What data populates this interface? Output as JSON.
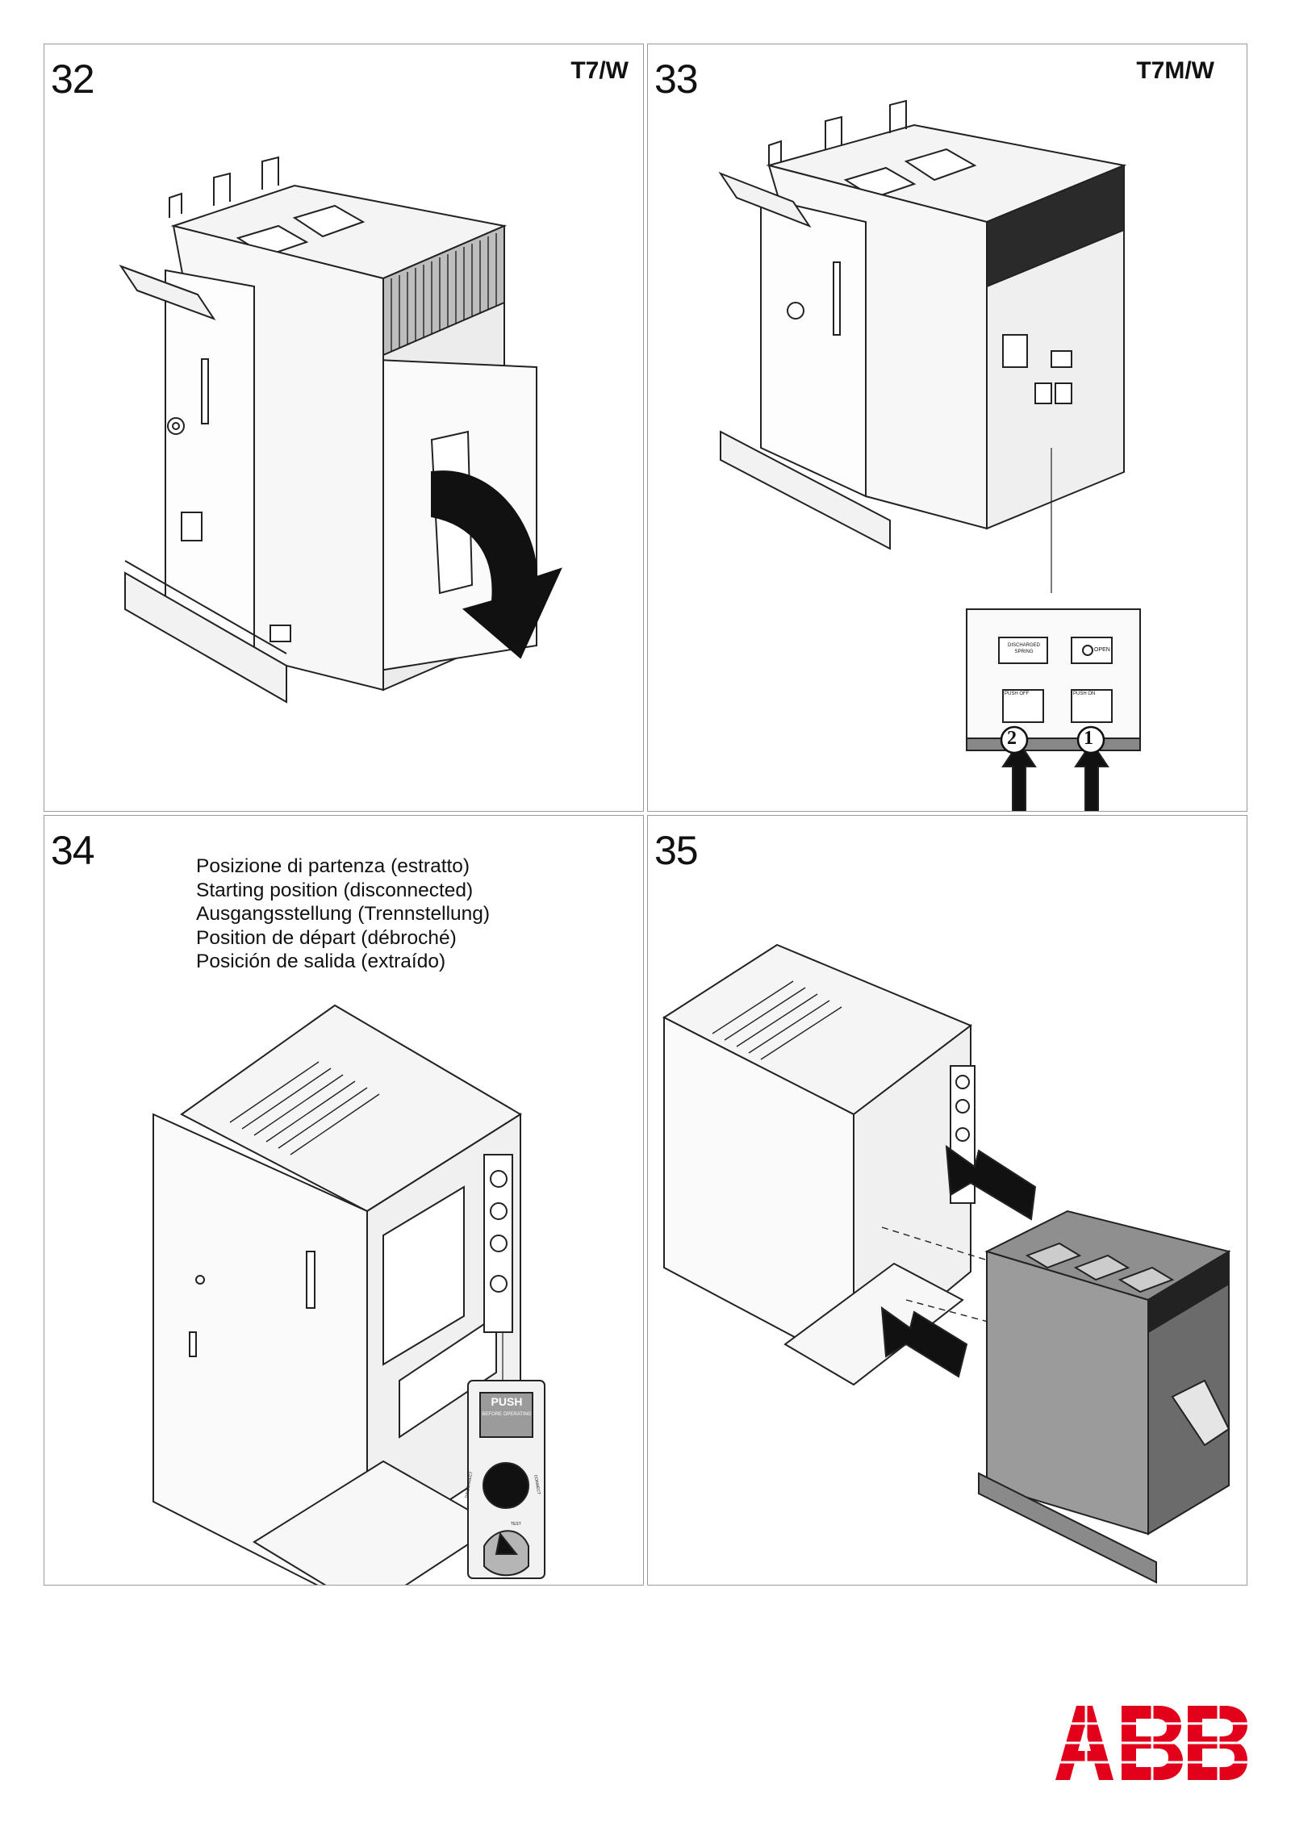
{
  "panels": [
    {
      "step": "32",
      "variant": "T7/W"
    },
    {
      "step": "33",
      "variant": "T7M/W",
      "detail": {
        "label_off": "PUSH OFF",
        "label_on": "PUSH ON",
        "label_open": "OPEN",
        "label_disch": "DISCHARGED SPRING",
        "markers": [
          "2",
          "1"
        ]
      }
    },
    {
      "step": "34",
      "caption": [
        "Posizione di partenza (estratto)",
        "Starting position (disconnected)",
        "Ausgangsstellung  (Trennstellung)",
        "Position de départ (débroché)",
        "Posición de salida (extraído)"
      ],
      "detail": {
        "push": "PUSH",
        "push_sub": "BEFORE OPERATING",
        "disconnect": "DISCONNECT",
        "connect": "CONNECT",
        "test": "TEST"
      }
    },
    {
      "step": "35"
    }
  ],
  "brand": {
    "name": "ABB",
    "color": "#e2001a"
  }
}
